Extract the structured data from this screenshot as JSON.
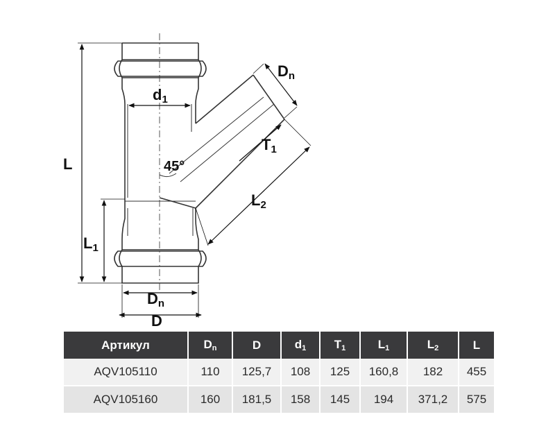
{
  "diagram": {
    "labels": {
      "L": "L",
      "L1_main": "L",
      "L1_sub": "1",
      "d1_main": "d",
      "d1_sub": "1",
      "Dn_top_main": "D",
      "Dn_top_sub": "n",
      "Dn_bottom_main": "D",
      "Dn_bottom_sub": "n",
      "D": "D",
      "T1_main": "T",
      "T1_sub": "1",
      "L2_main": "L",
      "L2_sub": "2",
      "angle": "45°"
    }
  },
  "table": {
    "headers": [
      {
        "main": "Артикул",
        "sub": ""
      },
      {
        "main": "D",
        "sub": "n"
      },
      {
        "main": "D",
        "sub": ""
      },
      {
        "main": "d",
        "sub": "1"
      },
      {
        "main": "T",
        "sub": "1"
      },
      {
        "main": "L",
        "sub": "1"
      },
      {
        "main": "L",
        "sub": "2"
      },
      {
        "main": "L",
        "sub": ""
      }
    ],
    "rows": [
      [
        "AQV105110",
        "110",
        "125,7",
        "108",
        "125",
        "160,8",
        "182",
        "455"
      ],
      [
        "AQV105160",
        "160",
        "181,5",
        "158",
        "145",
        "194",
        "371,2",
        "575"
      ]
    ]
  }
}
